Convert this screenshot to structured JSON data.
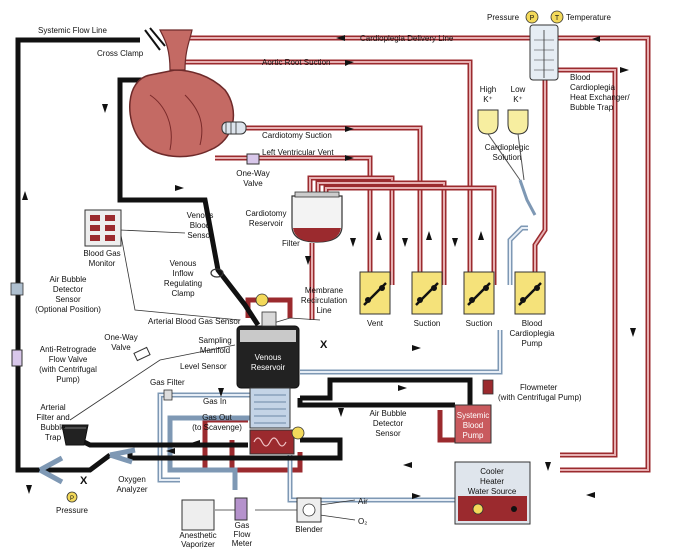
{
  "labels": {
    "systemic_flow_line": "Systemic Flow Line",
    "cross_clamp": "Cross Clamp",
    "cardioplegia_delivery_line": "Cardioplegia Delivery Line",
    "aortic_root_suction": "Aortic Root Suction",
    "pressure_top": "Pressure",
    "temperature_top": "Temperature",
    "p_symbol": "P",
    "t_symbol": "T",
    "blood_cardioplegia_hx": [
      "Blood",
      "Cardioplegia",
      "Heat Exchanger/",
      "Bubble Trap"
    ],
    "high_k": [
      "High",
      "K⁺"
    ],
    "low_k": [
      "Low",
      "K⁺"
    ],
    "cardioplegic_solution": [
      "Cardioplegic",
      "Solution"
    ],
    "cardiotomy_suction": "Cardiotomy Suction",
    "left_ventricular_vent": "Left Ventricular Vent",
    "one_way_valve_top": [
      "One-Way",
      "Valve"
    ],
    "cardiotomy_reservoir": [
      "Cardiotomy",
      "Reservoir"
    ],
    "filter": "Filter",
    "venous_blood_sensor": [
      "Venous",
      "Blood",
      "Sensor"
    ],
    "blood_gas_monitor": [
      "Blood Gas",
      "Monitor"
    ],
    "venous_inflow_clamp": [
      "Venous",
      "Inflow",
      "Regulating",
      "Clamp"
    ],
    "air_bubble_detector_left": [
      "Air Bubble",
      "Detector",
      "Sensor",
      "(Optional Position)"
    ],
    "anti_retrograde_valve": [
      "Anti-Retrograde",
      "Flow Valve",
      "(with Centrifugal",
      "Pump)"
    ],
    "arterial_blood_gas_sensor": "Arterial Blood Gas Sensor",
    "one_way_valve_left": [
      "One-Way",
      "Valve"
    ],
    "sampling_manifold": [
      "Sampling",
      "Manifold"
    ],
    "membrane_recirculation": [
      "Membrane",
      "Recirculation",
      "Line"
    ],
    "vent": "Vent",
    "suction_1": "Suction",
    "suction_2": "Suction",
    "blood_cardioplegia_pump": [
      "Blood",
      "Cardioplegia",
      "Pump"
    ],
    "venous_reservoir": [
      "Venous",
      "Reservoir"
    ],
    "level_sensor": "Level Sensor",
    "gas_filter": "Gas Filter",
    "gas_in": "Gas In",
    "gas_out": [
      "Gas Out",
      "(to Scavenge)"
    ],
    "arterial_filter": [
      "Arterial",
      "Filter and",
      "Bubble",
      "Trap"
    ],
    "air_bubble_detector_center": [
      "Air Bubble",
      "Detector",
      "Sensor"
    ],
    "flowmeter": [
      "Flowmeter",
      "(with Centrifugal Pump)"
    ],
    "systemic_blood_pump": [
      "Systemic",
      "Blood",
      "Pump"
    ],
    "oxygen_analyzer": [
      "Oxygen",
      "Analyzer"
    ],
    "pressure_bottom": "Pressure",
    "x_mark": "X",
    "cooler_heater": [
      "Cooler",
      "Heater",
      "Water Source"
    ],
    "anesthetic_vaporizer": [
      "Anesthetic",
      "Vaporizer"
    ],
    "gas_flow_meter": [
      "Gas",
      "Flow",
      "Meter"
    ],
    "blender": "Blender",
    "air": "Air",
    "o2": "O₂"
  },
  "colors": {
    "blood_line": "#9b2a2e",
    "venous_line": "#111111",
    "water_line": "#7e98b4",
    "pump_fill": "#f5e27a",
    "reservoir_blood": "#7a1d22",
    "heart": "#c46a64"
  }
}
